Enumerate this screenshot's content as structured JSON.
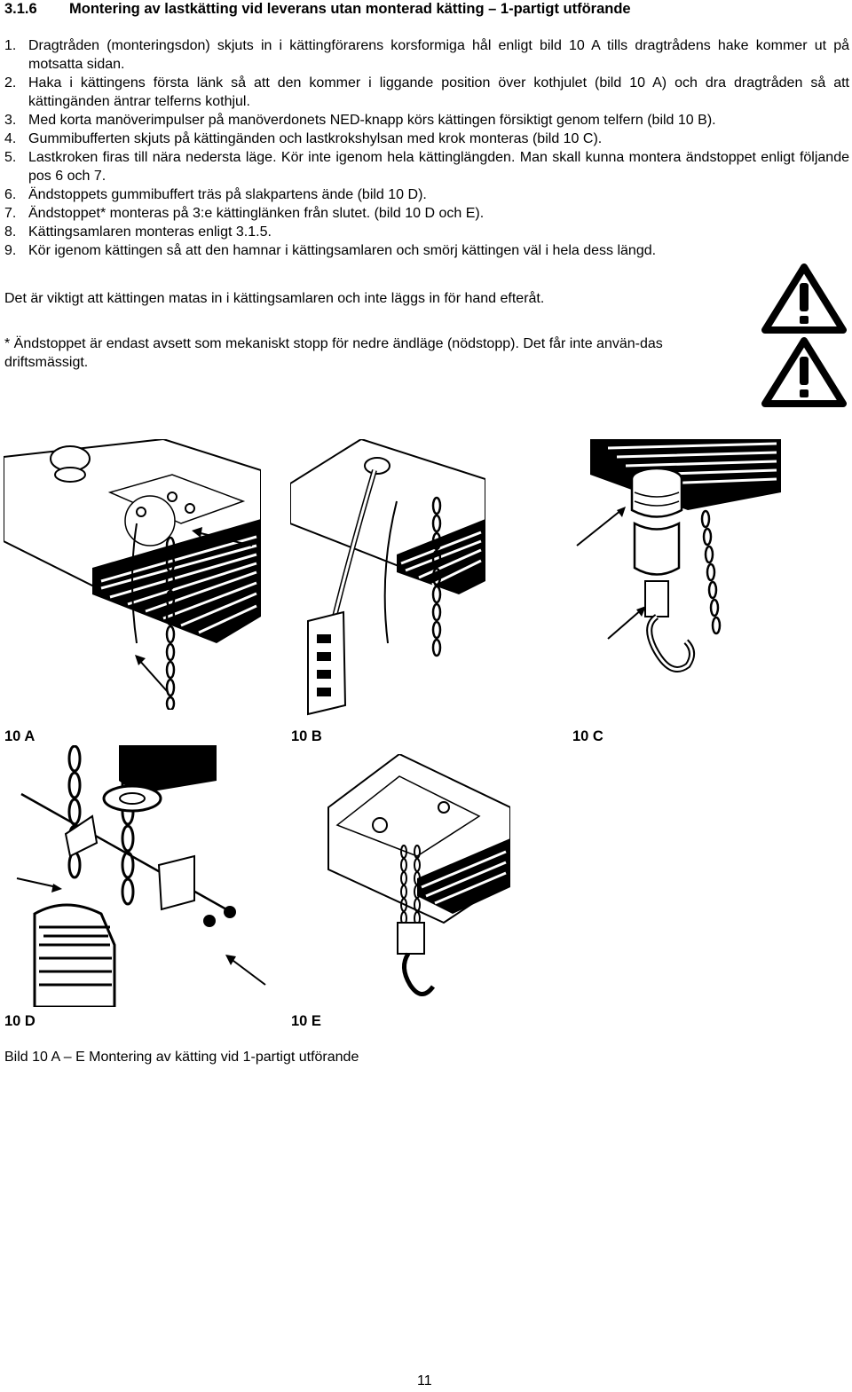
{
  "heading": {
    "number": "3.1.6",
    "title": "Montering av lastkätting vid leverans utan monterad kätting – 1-partigt utförande"
  },
  "steps": [
    {
      "num": "1.",
      "text": "Dragtråden (monteringsdon) skjuts in i kättingförarens korsformiga hål enligt bild 10 A tills dragtrådens hake kommer ut på motsatta sidan."
    },
    {
      "num": "2.",
      "text": "Haka i kättingens första länk så att den kommer i liggande position över kothjulet (bild 10 A) och dra dragtråden så att kättingänden äntrar telferns kothjul."
    },
    {
      "num": "3.",
      "text": "Med korta manöverimpulser på manöverdonets NED-knapp körs kättingen försiktigt genom telfern (bild 10 B)."
    },
    {
      "num": "4.",
      "text": "Gummibufferten skjuts på kättingänden och lastkrokshylsan med krok monteras (bild 10 C)."
    },
    {
      "num": "5.",
      "text": "Lastkroken firas till nära nedersta läge. Kör inte igenom hela kättinglängden. Man skall kunna montera ändstoppet enligt följande pos 6 och 7."
    },
    {
      "num": "6.",
      "text": "Ändstoppets gummibuffert träs på slakpartens ände (bild 10 D)."
    },
    {
      "num": "7.",
      "text": "Ändstoppet* monteras på 3:e kättinglänken från slutet. (bild 10 D och E)."
    },
    {
      "num": "8.",
      "text": "Kättingsamlaren monteras enligt 3.1.5."
    },
    {
      "num": "9.",
      "text": "Kör igenom kättingen så att den hamnar i kättingsamlaren och smörj kättingen väl i hela dess längd."
    }
  ],
  "notes": {
    "chain_collector": "Det är viktigt att kättingen matas in i kättingsamlaren och inte läggs in för hand efteråt.",
    "end_stop": "* Ändstoppet är endast avsett som mekaniskt stopp för nedre ändläge (nödstopp).  Det får inte använ-das driftsmässigt."
  },
  "figures": {
    "a": "10 A",
    "b": "10 B",
    "c": "10 C",
    "d": "10 D",
    "e": "10 E"
  },
  "caption": "Bild 10 A – E Montering av kätting vid 1-partigt utförande",
  "page_number": "11",
  "icons": [
    "warning-triangle-icon",
    "warning-triangle-icon"
  ]
}
